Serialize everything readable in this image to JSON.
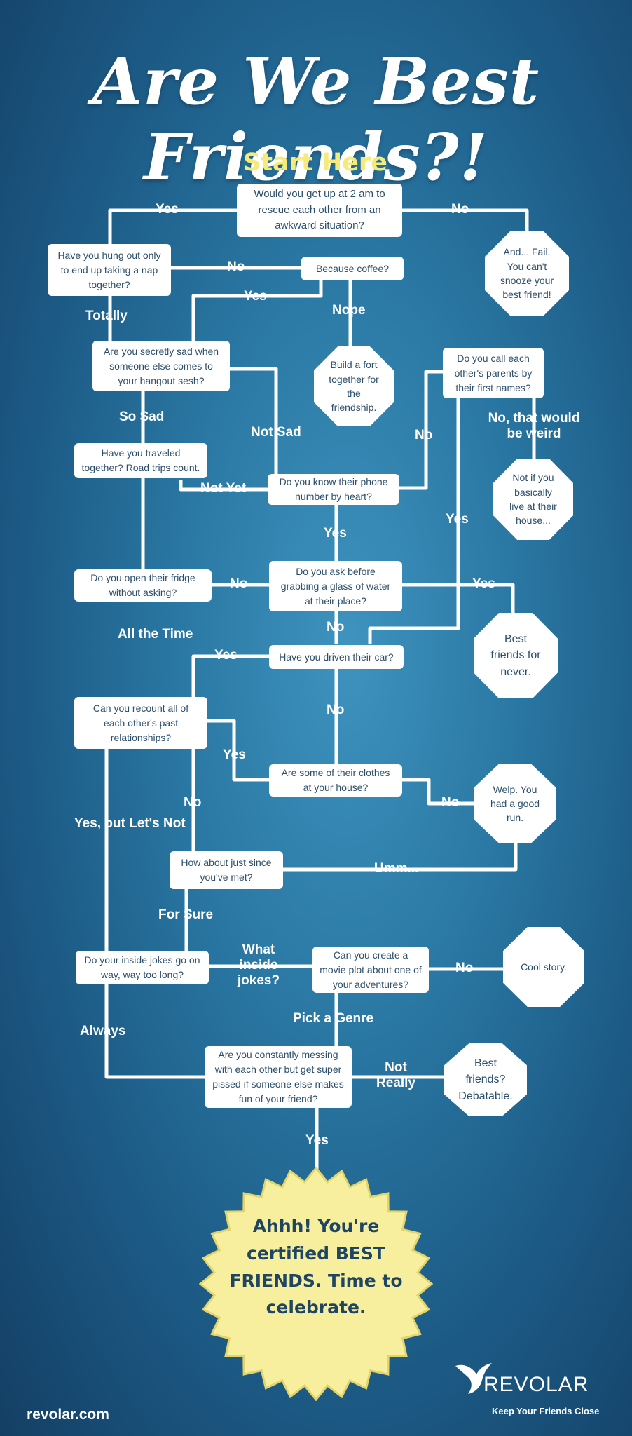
{
  "title": "Are We Best Friends?!",
  "start": "Start Here",
  "questions": {
    "q1": "Would you get up at 2 am to rescue each other from an awkward situation?",
    "q2": "Have you hung out only to end up taking a nap together?",
    "q3": "Because coffee?",
    "q4": "Are you secretly sad when someone else comes to your hangout sesh?",
    "q5": "Do you call each other's parents by their first names?",
    "q6": "Have you traveled together? Road trips count.",
    "q7": "Do you know their phone number by heart?",
    "q8": "Do you open their fridge without asking?",
    "q9": "Do you ask before grabbing a glass of water at their place?",
    "q10": "Have you driven their car?",
    "q11": "Can you recount all of each other's past relationships?",
    "q12": "Are some of their clothes at your house?",
    "q13": "How about just since you've met?",
    "q14": "Do your inside jokes go on way, way too long?",
    "q15": "Can you create a movie plot about one of your adventures?",
    "q16": "Are you constantly messing with each other but get super pissed if someone else makes fun of your friend?"
  },
  "outcomes": {
    "o1": "And... Fail. You can't snooze your best friend!",
    "o2": "Build a fort together for the friendship.",
    "o3": "Not if you basically live at their house...",
    "o4": "Best friends for never.",
    "o5": "Welp. You had a good run.",
    "o6": "Cool story.",
    "o7": "Best friends? Debatable."
  },
  "labels": {
    "l1": "Yes",
    "l2": "No",
    "l3": "No",
    "l4": "Yes",
    "l5": "Nope",
    "l6": "Totally",
    "l7": "So Sad",
    "l8": "Not Sad",
    "l9": "No",
    "l10": "No, that would be weird",
    "l11": "Not Yet",
    "l12": "Yes",
    "l13": "Yes",
    "l14": "No",
    "l15": "Yes",
    "l16": "No",
    "l17": "All the Time",
    "l18": "Yes",
    "l19": "No",
    "l20": "Yes",
    "l21": "No",
    "l22": "No",
    "l23": "Yes, but Let's Not",
    "l24": "Umm...",
    "l25": "For Sure",
    "l26": "What inside jokes?",
    "l27": "No",
    "l28": "Pick a Genre",
    "l29": "Always",
    "l30": "Not Really",
    "l31": "Yes"
  },
  "final": "Ahhh! You're certified BEST FRIENDS. Time to celebrate.",
  "footer": {
    "url": "revolar.com",
    "brand": "REVOLAR",
    "tagline": "Keep Your Friends Close"
  },
  "colors": {
    "line": "#ffffff",
    "title_accent": "#f6ea7a",
    "burst": "#f7ef9d"
  },
  "icons": [
    "hummingbird-logo-icon"
  ]
}
